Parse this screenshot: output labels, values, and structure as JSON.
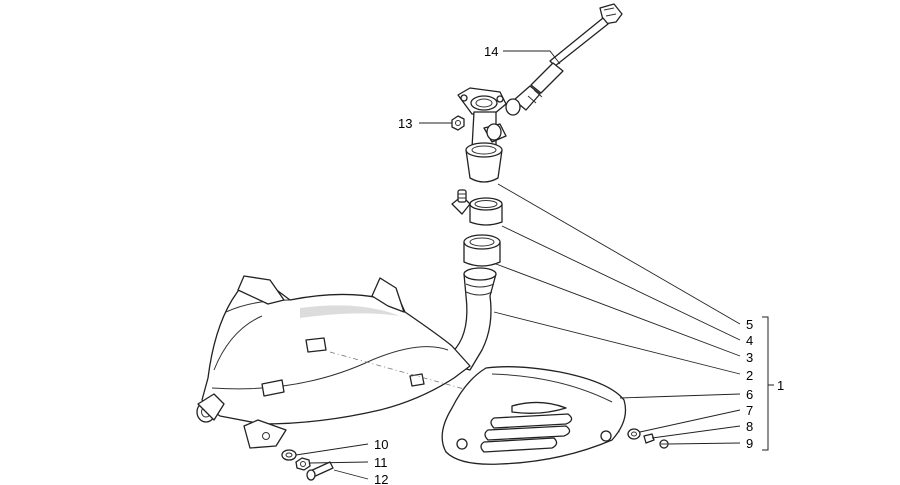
{
  "callouts": {
    "c1": "1",
    "c2": "2",
    "c3": "3",
    "c4": "4",
    "c5": "5",
    "c6": "6",
    "c7": "7",
    "c8": "8",
    "c9": "9",
    "c10": "10",
    "c11": "11",
    "c12": "12",
    "c13": "13",
    "c14": "14"
  },
  "colors": {
    "line": "#222222",
    "background": "#ffffff"
  }
}
